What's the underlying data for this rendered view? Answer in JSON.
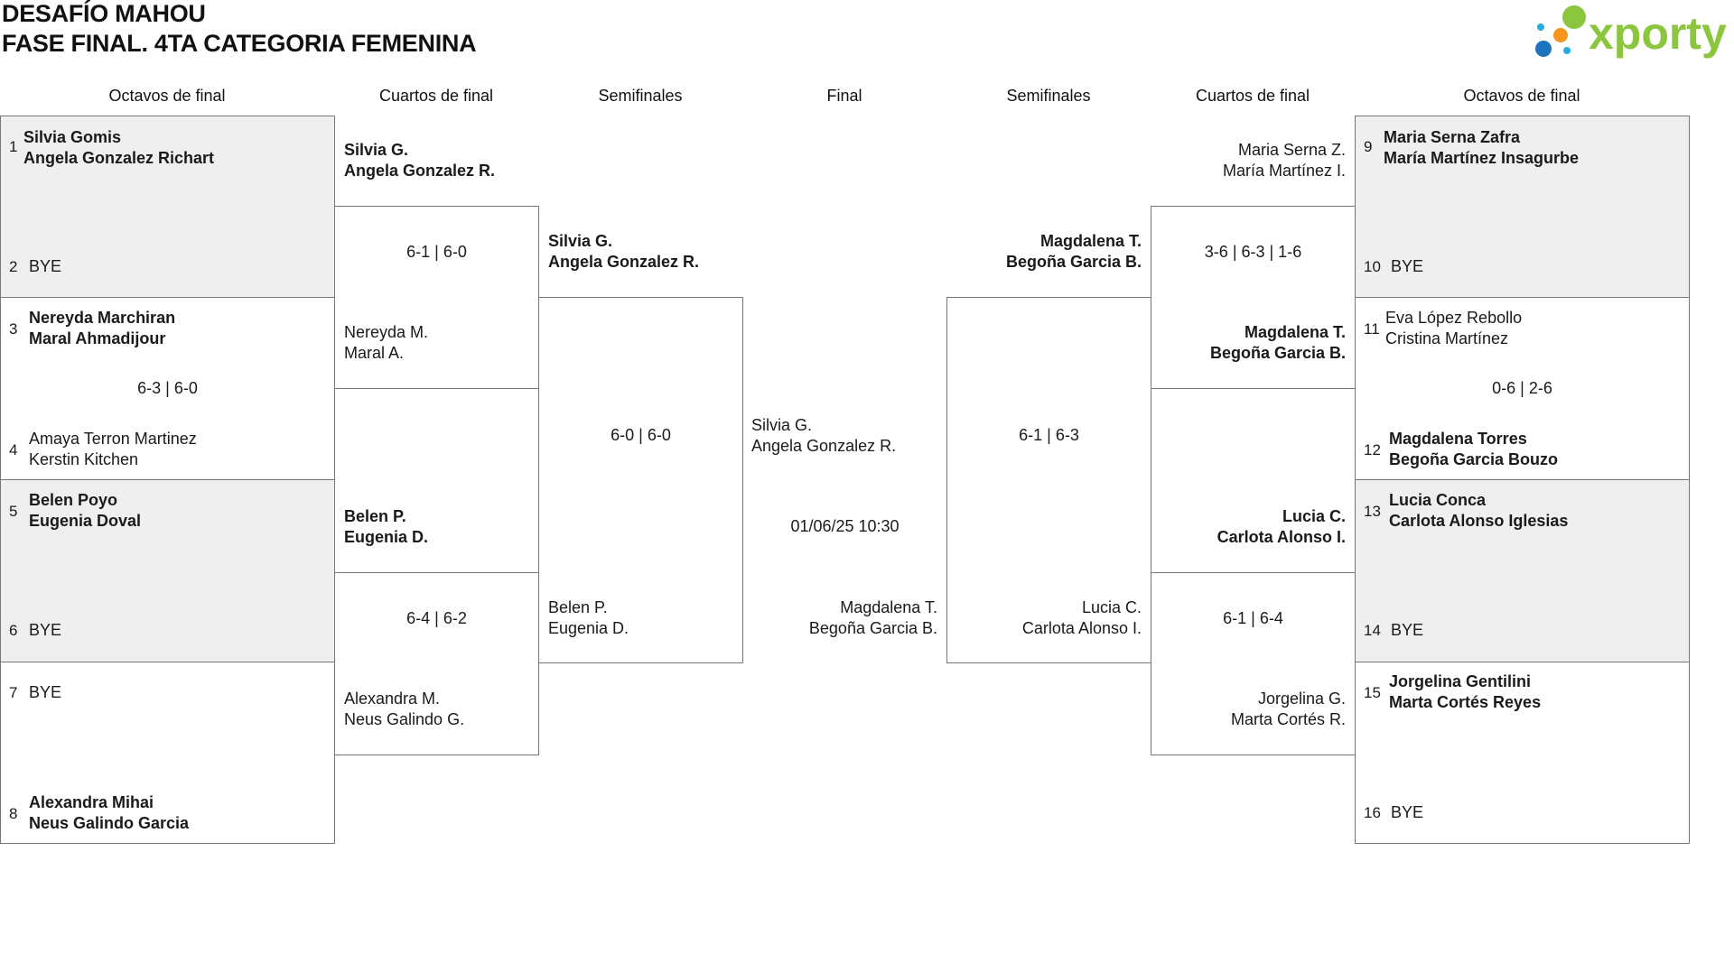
{
  "title": {
    "line1": "DESAFÍO MAHOU",
    "line2": "FASE FINAL. 4TA CATEGORIA FEMENINA"
  },
  "logo": {
    "text": "xporty",
    "colors": [
      "#8cc63f",
      "#f7941d",
      "#1c75bc",
      "#27aae1"
    ]
  },
  "rounds": {
    "left_r16": "Octavos de final",
    "left_qf": "Cuartos de final",
    "left_sf": "Semifinales",
    "final": "Final",
    "right_sf": "Semifinales",
    "right_qf": "Cuartos de final",
    "right_r16": "Octavos de final"
  },
  "r16_left": [
    {
      "top": {
        "seed": "1",
        "p1": "Silvia Gomis",
        "p2": "Angela Gonzalez Richart",
        "winner": true
      },
      "bottom": {
        "seed": "2",
        "p1": "BYE",
        "p2": "",
        "winner": false
      },
      "score": ""
    },
    {
      "top": {
        "seed": "3",
        "p1": "Nereyda Marchiran",
        "p2": "Maral Ahmadijour",
        "winner": true
      },
      "bottom": {
        "seed": "4",
        "p1": "Amaya Terron Martinez",
        "p2": "Kerstin Kitchen",
        "winner": false
      },
      "score": "6-3 | 6-0"
    },
    {
      "top": {
        "seed": "5",
        "p1": "Belen Poyo",
        "p2": "Eugenia Doval",
        "winner": true
      },
      "bottom": {
        "seed": "6",
        "p1": "BYE",
        "p2": "",
        "winner": false
      },
      "score": ""
    },
    {
      "top": {
        "seed": "7",
        "p1": "BYE",
        "p2": "",
        "winner": false
      },
      "bottom": {
        "seed": "8",
        "p1": "Alexandra Mihai",
        "p2": "Neus Galindo Garcia",
        "winner": true
      },
      "score": ""
    }
  ],
  "qf_left": [
    {
      "top": {
        "p1": "Silvia G.",
        "p2": "Angela Gonzalez R.",
        "winner": true
      },
      "bottom": {
        "p1": "Nereyda M.",
        "p2": "Maral A.",
        "winner": false
      },
      "score": "6-1 | 6-0"
    },
    {
      "top": {
        "p1": "Belen P.",
        "p2": "Eugenia D.",
        "winner": true
      },
      "bottom": {
        "p1": "Alexandra M.",
        "p2": "Neus Galindo G.",
        "winner": false
      },
      "score": "6-4 | 6-2"
    }
  ],
  "sf_left": {
    "top": {
      "p1": "Silvia G.",
      "p2": "Angela Gonzalez R.",
      "winner": true
    },
    "bottom": {
      "p1": "Belen P.",
      "p2": "Eugenia D.",
      "winner": false
    },
    "score": "6-0 | 6-0"
  },
  "final": {
    "top": {
      "p1": "Silvia G.",
      "p2": "Angela Gonzalez R."
    },
    "bottom": {
      "p1": "Magdalena T.",
      "p2": "Begoña Garcia B."
    },
    "datetime": "01/06/25 10:30"
  },
  "sf_right": {
    "top": {
      "p1": "Magdalena T.",
      "p2": "Begoña Garcia B.",
      "winner": true
    },
    "bottom": {
      "p1": "Lucia C.",
      "p2": "Carlota Alonso I.",
      "winner": false
    },
    "score": "6-1 | 6-3"
  },
  "qf_right": [
    {
      "top": {
        "p1": "Maria Serna Z.",
        "p2": "María Martínez I.",
        "winner": false
      },
      "bottom": {
        "p1": "Magdalena T.",
        "p2": "Begoña Garcia B.",
        "winner": true
      },
      "score": "3-6 | 6-3 | 1-6"
    },
    {
      "top": {
        "p1": "Lucia C.",
        "p2": "Carlota Alonso I.",
        "winner": true
      },
      "bottom": {
        "p1": "Jorgelina G.",
        "p2": "Marta Cortés R.",
        "winner": false
      },
      "score": "6-1 | 6-4"
    }
  ],
  "r16_right": [
    {
      "top": {
        "seed": "9",
        "p1": "Maria Serna Zafra",
        "p2": "María Martínez Insagurbe",
        "winner": true
      },
      "bottom": {
        "seed": "10",
        "p1": "BYE",
        "p2": "",
        "winner": false
      },
      "score": ""
    },
    {
      "top": {
        "seed": "11",
        "p1": "Eva López Rebollo",
        "p2": "Cristina Martínez",
        "winner": false
      },
      "bottom": {
        "seed": "12",
        "p1": "Magdalena Torres",
        "p2": "Begoña Garcia Bouzo",
        "winner": true
      },
      "score": "0-6 | 2-6"
    },
    {
      "top": {
        "seed": "13",
        "p1": "Lucia Conca",
        "p2": "Carlota Alonso Iglesias",
        "winner": true
      },
      "bottom": {
        "seed": "14",
        "p1": "BYE",
        "p2": "",
        "winner": false
      },
      "score": ""
    },
    {
      "top": {
        "seed": "15",
        "p1": "Jorgelina Gentilini",
        "p2": "Marta Cortés Reyes",
        "winner": true
      },
      "bottom": {
        "seed": "16",
        "p1": "BYE",
        "p2": "",
        "winner": false
      },
      "score": ""
    }
  ]
}
